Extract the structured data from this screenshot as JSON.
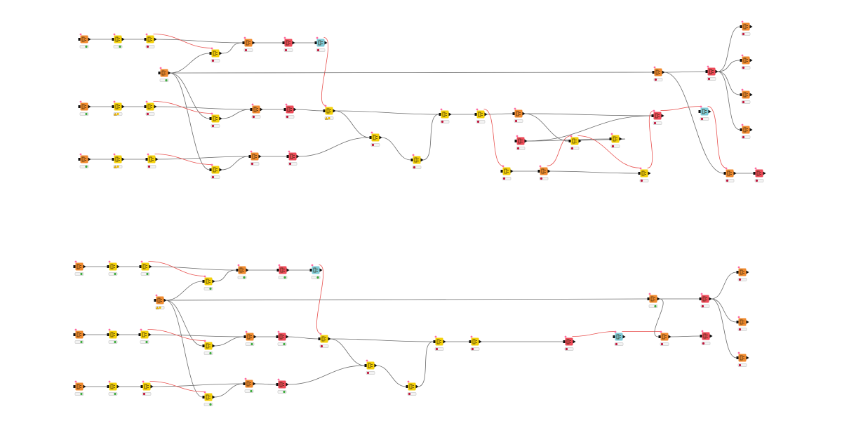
{
  "colors": {
    "source": "#f08a2e",
    "manipulator": "#f4d008",
    "transform": "#f4c400",
    "learner": "#ee4a58",
    "viewer": "#7fcbd8",
    "edge": "#6a6a6a",
    "flow_variable_edge": "#e8514f",
    "status_ok": "#3cab3c",
    "status_idle": "#c0163c",
    "status_warning": "#f0c000",
    "port_data": "#111111",
    "port_model": "#8a1b3a",
    "port_flow": "#ff6aa2"
  },
  "workflows": [
    {
      "nodes": [
        {
          "id": "a1",
          "kind": "source",
          "status": "ok",
          "icon": "table-reader-icon"
        },
        {
          "id": "a2",
          "kind": "manipulator",
          "status": "ok",
          "icon": "column-filter-icon"
        },
        {
          "id": "a3",
          "kind": "manipulator",
          "status": "idle",
          "icon": "string-manipulation-icon"
        },
        {
          "id": "a4",
          "kind": "manipulator",
          "status": "idle",
          "icon": "partitioning-icon"
        },
        {
          "id": "a5",
          "kind": "source",
          "status": "idle",
          "icon": "learner-icon"
        },
        {
          "id": "a6",
          "kind": "learner",
          "status": "idle",
          "icon": "predictor-icon"
        },
        {
          "id": "a7",
          "kind": "viewer",
          "status": "idle",
          "icon": "scorer-icon"
        },
        {
          "id": "a8",
          "kind": "source",
          "status": "ok",
          "icon": "file-reader-icon"
        },
        {
          "id": "a9",
          "kind": "source",
          "status": "ok",
          "icon": "table-reader-icon"
        },
        {
          "id": "a10",
          "kind": "manipulator",
          "status": "warning",
          "icon": "column-filter-icon"
        },
        {
          "id": "a11",
          "kind": "manipulator",
          "status": "idle",
          "icon": "string-manipulation-icon"
        },
        {
          "id": "a12",
          "kind": "manipulator",
          "status": "idle",
          "icon": "partitioning-icon"
        },
        {
          "id": "a13",
          "kind": "source",
          "status": "idle",
          "icon": "learner-icon"
        },
        {
          "id": "a14",
          "kind": "learner",
          "status": "idle",
          "icon": "predictor-icon"
        },
        {
          "id": "a15",
          "kind": "manipulator",
          "status": "warning",
          "icon": "joiner-icon"
        },
        {
          "id": "a16",
          "kind": "source",
          "status": "ok",
          "icon": "table-reader-icon"
        },
        {
          "id": "a17",
          "kind": "manipulator",
          "status": "warning",
          "icon": "column-filter-icon"
        },
        {
          "id": "a18",
          "kind": "manipulator",
          "status": "idle",
          "icon": "string-manipulation-icon"
        },
        {
          "id": "a19",
          "kind": "manipulator",
          "status": "idle",
          "icon": "partitioning-icon"
        },
        {
          "id": "a20",
          "kind": "source",
          "status": "idle",
          "icon": "learner-icon"
        },
        {
          "id": "a21",
          "kind": "learner",
          "status": "idle",
          "icon": "predictor-icon"
        },
        {
          "id": "a22",
          "kind": "manipulator",
          "status": "idle",
          "icon": "concatenate-icon"
        },
        {
          "id": "a23",
          "kind": "manipulator",
          "status": "idle",
          "icon": "concatenate-icon"
        },
        {
          "id": "a24",
          "kind": "manipulator",
          "status": "idle",
          "icon": "row-filter-icon"
        },
        {
          "id": "a25",
          "kind": "manipulator",
          "status": "idle",
          "icon": "group-by-icon"
        },
        {
          "id": "a26",
          "kind": "source",
          "status": "idle",
          "icon": "column-rename-icon"
        },
        {
          "id": "a27",
          "kind": "learner",
          "status": "idle",
          "icon": "loop-start-icon"
        },
        {
          "id": "a28",
          "kind": "manipulator",
          "status": "idle",
          "icon": "math-formula-icon"
        },
        {
          "id": "a29",
          "kind": "source",
          "status": "idle",
          "icon": "sorter-icon"
        },
        {
          "id": "a30",
          "kind": "manipulator",
          "status": "idle",
          "icon": "variable-filter-icon"
        },
        {
          "id": "a31",
          "kind": "manipulator",
          "status": "idle",
          "icon": "table-creator-icon"
        },
        {
          "id": "a32",
          "kind": "manipulator",
          "status": "idle",
          "icon": "loop-end-icon"
        },
        {
          "id": "a33",
          "kind": "learner",
          "status": "idle",
          "icon": "pivot-icon"
        },
        {
          "id": "a34",
          "kind": "viewer",
          "status": "idle",
          "icon": "line-plot-icon"
        },
        {
          "id": "a35",
          "kind": "source",
          "status": "idle",
          "icon": "column-filter-icon"
        },
        {
          "id": "a36",
          "kind": "learner",
          "status": "idle",
          "icon": "model-predictor-icon"
        },
        {
          "id": "a37",
          "kind": "source",
          "status": "idle",
          "icon": "csv-writer-icon"
        },
        {
          "id": "a38",
          "kind": "source",
          "status": "idle",
          "icon": "csv-writer-icon"
        },
        {
          "id": "a39",
          "kind": "source",
          "status": "idle",
          "icon": "csv-writer-icon"
        },
        {
          "id": "a40",
          "kind": "source",
          "status": "idle",
          "icon": "csv-writer-icon"
        },
        {
          "id": "a41",
          "kind": "source",
          "status": "idle",
          "icon": "column-appender-icon"
        },
        {
          "id": "a42",
          "kind": "learner",
          "status": "idle",
          "icon": "model-writer-icon"
        }
      ],
      "edges": [
        {
          "from": "a1",
          "to": "a2",
          "type": "data"
        },
        {
          "from": "a2",
          "to": "a3",
          "type": "data"
        },
        {
          "from": "a3",
          "to": "a5",
          "type": "data"
        },
        {
          "from": "a3",
          "to": "a4",
          "type": "flow"
        },
        {
          "from": "a4",
          "to": "a5",
          "type": "data"
        },
        {
          "from": "a5",
          "to": "a6",
          "type": "data"
        },
        {
          "from": "a6",
          "to": "a7",
          "type": "data"
        },
        {
          "from": "a7",
          "to": "a15",
          "type": "flow"
        },
        {
          "from": "a8",
          "to": "a4",
          "type": "data"
        },
        {
          "from": "a8",
          "to": "a12",
          "type": "data"
        },
        {
          "from": "a8",
          "to": "a19",
          "type": "data"
        },
        {
          "from": "a8",
          "to": "a35",
          "type": "data"
        },
        {
          "from": "a9",
          "to": "a10",
          "type": "data"
        },
        {
          "from": "a10",
          "to": "a11",
          "type": "data"
        },
        {
          "from": "a11",
          "to": "a13",
          "type": "data"
        },
        {
          "from": "a11",
          "to": "a12",
          "type": "flow"
        },
        {
          "from": "a12",
          "to": "a13",
          "type": "data"
        },
        {
          "from": "a13",
          "to": "a14",
          "type": "data"
        },
        {
          "from": "a14",
          "to": "a15",
          "type": "data"
        },
        {
          "from": "a15",
          "to": "a22",
          "type": "data"
        },
        {
          "from": "a15",
          "to": "a24",
          "type": "data"
        },
        {
          "from": "a16",
          "to": "a17",
          "type": "data"
        },
        {
          "from": "a17",
          "to": "a18",
          "type": "data"
        },
        {
          "from": "a18",
          "to": "a20",
          "type": "data"
        },
        {
          "from": "a18",
          "to": "a19",
          "type": "flow"
        },
        {
          "from": "a19",
          "to": "a20",
          "type": "data"
        },
        {
          "from": "a20",
          "to": "a21",
          "type": "data"
        },
        {
          "from": "a21",
          "to": "a22",
          "type": "data"
        },
        {
          "from": "a22",
          "to": "a23",
          "type": "data"
        },
        {
          "from": "a23",
          "to": "a24",
          "type": "data"
        },
        {
          "from": "a24",
          "to": "a25",
          "type": "data"
        },
        {
          "from": "a25",
          "to": "a26",
          "type": "data"
        },
        {
          "from": "a25",
          "to": "a28",
          "type": "flow"
        },
        {
          "from": "a26",
          "to": "a30",
          "type": "data"
        },
        {
          "from": "a26",
          "to": "a33",
          "type": "data"
        },
        {
          "from": "a28",
          "to": "a29",
          "type": "data"
        },
        {
          "from": "a29",
          "to": "a30",
          "type": "flow"
        },
        {
          "from": "a27",
          "to": "a31",
          "type": "data"
        },
        {
          "from": "a31",
          "to": "a30",
          "type": "data"
        },
        {
          "from": "a27",
          "to": "a33",
          "type": "data"
        },
        {
          "from": "a30",
          "to": "a32",
          "type": "flow"
        },
        {
          "from": "a32",
          "to": "a33",
          "type": "flow"
        },
        {
          "from": "a29",
          "to": "a32",
          "type": "data"
        },
        {
          "from": "a33",
          "to": "a34",
          "type": "flow"
        },
        {
          "from": "a34",
          "to": "a41",
          "type": "flow"
        },
        {
          "from": "a35",
          "to": "a36",
          "type": "data"
        },
        {
          "from": "a35",
          "to": "a41",
          "type": "data"
        },
        {
          "from": "a36",
          "to": "a37",
          "type": "data"
        },
        {
          "from": "a36",
          "to": "a38",
          "type": "data"
        },
        {
          "from": "a36",
          "to": "a39",
          "type": "data"
        },
        {
          "from": "a36",
          "to": "a40",
          "type": "data"
        },
        {
          "from": "a41",
          "to": "a42",
          "type": "data"
        }
      ]
    },
    {
      "nodes": [
        {
          "id": "b1",
          "kind": "source",
          "status": "ok",
          "icon": "table-reader-icon"
        },
        {
          "id": "b2",
          "kind": "manipulator",
          "status": "ok",
          "icon": "column-filter-icon"
        },
        {
          "id": "b3",
          "kind": "manipulator",
          "status": "ok",
          "icon": "string-manipulation-icon"
        },
        {
          "id": "b4",
          "kind": "manipulator",
          "status": "ok",
          "icon": "partitioning-icon"
        },
        {
          "id": "b5",
          "kind": "source",
          "status": "ok",
          "icon": "learner-icon"
        },
        {
          "id": "b6",
          "kind": "learner",
          "status": "ok",
          "icon": "predictor-icon"
        },
        {
          "id": "b7",
          "kind": "viewer",
          "status": "ok",
          "icon": "scorer-icon"
        },
        {
          "id": "b8",
          "kind": "source",
          "status": "warning",
          "icon": "file-reader-icon"
        },
        {
          "id": "b9",
          "kind": "source",
          "status": "ok",
          "icon": "table-reader-icon"
        },
        {
          "id": "b10",
          "kind": "manipulator",
          "status": "ok",
          "icon": "column-filter-icon"
        },
        {
          "id": "b11",
          "kind": "manipulator",
          "status": "ok",
          "icon": "string-manipulation-icon"
        },
        {
          "id": "b12",
          "kind": "manipulator",
          "status": "ok",
          "icon": "partitioning-icon"
        },
        {
          "id": "b13",
          "kind": "source",
          "status": "ok",
          "icon": "learner-icon"
        },
        {
          "id": "b14",
          "kind": "learner",
          "status": "ok",
          "icon": "predictor-icon"
        },
        {
          "id": "b15",
          "kind": "manipulator",
          "status": "idle",
          "icon": "joiner-icon"
        },
        {
          "id": "b16",
          "kind": "source",
          "status": "ok",
          "icon": "table-reader-icon"
        },
        {
          "id": "b17",
          "kind": "manipulator",
          "status": "ok",
          "icon": "column-filter-icon"
        },
        {
          "id": "b18",
          "kind": "manipulator",
          "status": "idle",
          "icon": "string-manipulation-icon"
        },
        {
          "id": "b19",
          "kind": "manipulator",
          "status": "ok",
          "icon": "partitioning-icon"
        },
        {
          "id": "b20",
          "kind": "source",
          "status": "ok",
          "icon": "learner-icon"
        },
        {
          "id": "b21",
          "kind": "learner",
          "status": "ok",
          "icon": "predictor-icon"
        },
        {
          "id": "b22",
          "kind": "manipulator",
          "status": "idle",
          "icon": "concatenate-icon"
        },
        {
          "id": "b23",
          "kind": "manipulator",
          "status": "idle",
          "icon": "concatenate-icon"
        },
        {
          "id": "b24",
          "kind": "manipulator",
          "status": "idle",
          "icon": "row-filter-icon"
        },
        {
          "id": "b25",
          "kind": "manipulator",
          "status": "idle",
          "icon": "group-by-icon"
        },
        {
          "id": "b26",
          "kind": "learner",
          "status": "idle",
          "icon": "pivot-icon"
        },
        {
          "id": "b27",
          "kind": "viewer",
          "status": "idle",
          "icon": "line-plot-icon"
        },
        {
          "id": "b28",
          "kind": "source",
          "status": "ok",
          "icon": "column-filter-icon"
        },
        {
          "id": "b29",
          "kind": "learner",
          "status": "idle",
          "icon": "model-predictor-icon"
        },
        {
          "id": "b30",
          "kind": "source",
          "status": "idle",
          "icon": "column-appender-icon"
        },
        {
          "id": "b31",
          "kind": "learner",
          "status": "idle",
          "icon": "model-writer-icon"
        },
        {
          "id": "b32",
          "kind": "source",
          "status": "idle",
          "icon": "csv-writer-icon"
        },
        {
          "id": "b33",
          "kind": "source",
          "status": "idle",
          "icon": "csv-writer-icon"
        },
        {
          "id": "b34",
          "kind": "source",
          "status": "idle",
          "icon": "csv-writer-icon"
        }
      ],
      "edges": [
        {
          "from": "b1",
          "to": "b2",
          "type": "data"
        },
        {
          "from": "b2",
          "to": "b3",
          "type": "data"
        },
        {
          "from": "b3",
          "to": "b5",
          "type": "data"
        },
        {
          "from": "b3",
          "to": "b4",
          "type": "flow"
        },
        {
          "from": "b4",
          "to": "b5",
          "type": "data"
        },
        {
          "from": "b5",
          "to": "b6",
          "type": "data"
        },
        {
          "from": "b6",
          "to": "b7",
          "type": "data"
        },
        {
          "from": "b7",
          "to": "b15",
          "type": "flow"
        },
        {
          "from": "b8",
          "to": "b4",
          "type": "data"
        },
        {
          "from": "b8",
          "to": "b12",
          "type": "data"
        },
        {
          "from": "b8",
          "to": "b19",
          "type": "data"
        },
        {
          "from": "b8",
          "to": "b28",
          "type": "data"
        },
        {
          "from": "b9",
          "to": "b10",
          "type": "data"
        },
        {
          "from": "b10",
          "to": "b11",
          "type": "data"
        },
        {
          "from": "b11",
          "to": "b13",
          "type": "data"
        },
        {
          "from": "b11",
          "to": "b12",
          "type": "flow"
        },
        {
          "from": "b12",
          "to": "b13",
          "type": "data"
        },
        {
          "from": "b13",
          "to": "b14",
          "type": "data"
        },
        {
          "from": "b14",
          "to": "b15",
          "type": "data"
        },
        {
          "from": "b15",
          "to": "b22",
          "type": "data"
        },
        {
          "from": "b15",
          "to": "b24",
          "type": "data"
        },
        {
          "from": "b16",
          "to": "b17",
          "type": "data"
        },
        {
          "from": "b17",
          "to": "b18",
          "type": "data"
        },
        {
          "from": "b18",
          "to": "b20",
          "type": "data"
        },
        {
          "from": "b18",
          "to": "b19",
          "type": "flow"
        },
        {
          "from": "b19",
          "to": "b20",
          "type": "data"
        },
        {
          "from": "b20",
          "to": "b21",
          "type": "data"
        },
        {
          "from": "b21",
          "to": "b22",
          "type": "data"
        },
        {
          "from": "b22",
          "to": "b23",
          "type": "data"
        },
        {
          "from": "b23",
          "to": "b24",
          "type": "data"
        },
        {
          "from": "b24",
          "to": "b25",
          "type": "data"
        },
        {
          "from": "b25",
          "to": "b26",
          "type": "data"
        },
        {
          "from": "b26",
          "to": "b27",
          "type": "flow"
        },
        {
          "from": "b27",
          "to": "b30",
          "type": "flow"
        },
        {
          "from": "b28",
          "to": "b29",
          "type": "data"
        },
        {
          "from": "b28",
          "to": "b30",
          "type": "data"
        },
        {
          "from": "b29",
          "to": "b32",
          "type": "data"
        },
        {
          "from": "b29",
          "to": "b33",
          "type": "data"
        },
        {
          "from": "b29",
          "to": "b34",
          "type": "data"
        },
        {
          "from": "b30",
          "to": "b31",
          "type": "data"
        }
      ]
    }
  ]
}
